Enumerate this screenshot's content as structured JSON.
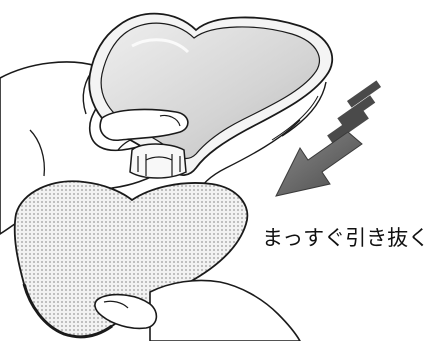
{
  "caption": {
    "text": "まっすぐ引き抜く"
  },
  "colors": {
    "ink": "#1a1a1a",
    "arrow": "#5f5f5f",
    "cover_fill": "#d6d6d6",
    "pad_fill": "#ececec",
    "skin": "#ffffff"
  },
  "icons": {
    "arrow": "pull-direction-arrow",
    "device": "heart-shaped-head-device",
    "pad": "textured-heart-pad"
  }
}
